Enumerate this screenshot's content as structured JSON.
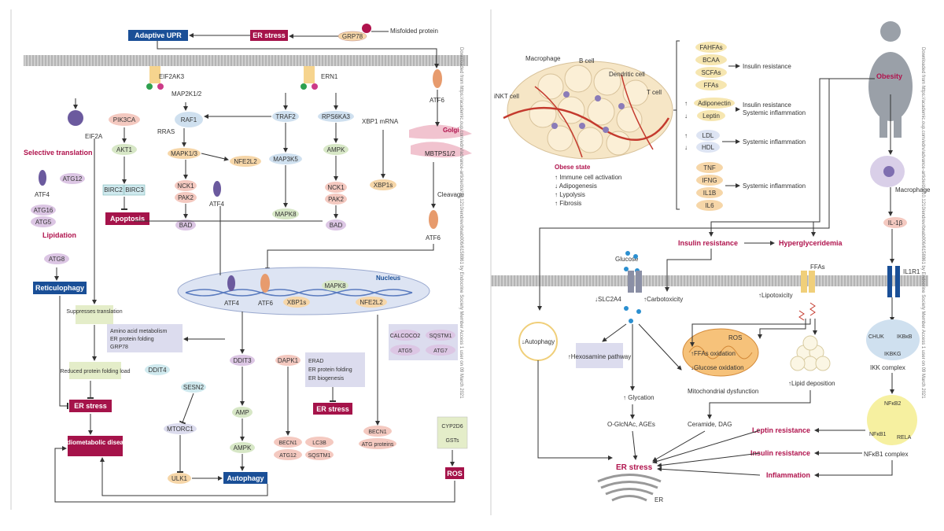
{
  "left": {
    "misfolded_protein": "Misfolded protein",
    "grp78": "GRP78",
    "er_stress": "ER stress",
    "adaptive_upr": "Adaptive UPR",
    "eif2ak3": "EIF2AK3",
    "ern1": "ERN1",
    "atf6": "ATF6",
    "map2k12": "MAP2K1/2",
    "rras": "RRAS",
    "raf1": "RAF1",
    "eif2a": "EIF2A",
    "pik3ca": "PIK3CA",
    "akt1": "AKT1",
    "birc2": "BIRC2",
    "birc3": "BIRC3",
    "apoptosis": "Apoptosis",
    "traf2": "TRAF2",
    "rps6ka3": "RPS6KA3",
    "xbp1_mrna": "XBP1 mRNA",
    "golgi": "Golgi",
    "mbtps12": "MBTPS1/2",
    "cleavage": "Cleavage",
    "selective_translation": "Selective translation",
    "atf4": "ATF4",
    "atf12": "ATG12",
    "atg16": "ATG16",
    "atg5": "ATG5",
    "lipidation": "Lipidation",
    "atg8": "ATG8",
    "reticulophagy": "Reticulophagy",
    "mapk13": "MAPK1/3",
    "nfe2l2": "NFE2L2",
    "nck1": "NCK1",
    "pak2": "PAK2",
    "bad": "BAD",
    "map3k5": "MAP3K5",
    "mapk8": "MAPK8",
    "ampk": "AMPK",
    "xbp1s": "XBP1s",
    "nucleus": "Nucleus",
    "suppresses_translation": "Suppresses translation",
    "bullets1": [
      "Amino acid metabolism",
      "ER protein folding",
      "GRP78"
    ],
    "reduced_protein": "Reduced protein folding load",
    "calcoco2": "CALCOCO2",
    "sqstm1": "SQSTM1",
    "atg7": "ATG7",
    "ddit4": "DDIT4",
    "ddit3": "DDIT3",
    "dapk1": "DAPK1",
    "bullets2": [
      "ERAD",
      "ER protein folding",
      "ER biogenesis"
    ],
    "sesn2": "SESN2",
    "amp": "AMP",
    "mtorc1": "MTORC1",
    "becn1": "BECN1",
    "lc3b": "LC3B",
    "atg12b": "ATG12",
    "atg_proteins": "ATG proteins",
    "cardiometabolic": "Cardiometabolic diseases",
    "ulk1": "ULK1",
    "autophagy": "Autophagy",
    "cyp2d6": "CYP2D6",
    "gsts": "GSTs",
    "ros": "ROS"
  },
  "right": {
    "macrophage": "Macrophage",
    "b_cell": "B cell",
    "dendritic_cell": "Dendritic cell",
    "inkt_cell": "iNKT cell",
    "t_cell": "T cell",
    "obese_state": "Obese state",
    "obese_items": [
      "↑ Immune cell activation",
      "↓ Adipogenesis",
      "↑ Lypolysis",
      "↑ Fibrosis"
    ],
    "lipids": [
      "FAHFAs",
      "BCAA",
      "SCFAs",
      "FFAs"
    ],
    "insulin_resistance_small": "Insulin resistance",
    "adiponectin": "Adiponectin",
    "leptin": "Leptin",
    "ir_systemic": [
      "Insulin resistance",
      "Systemic inflammation"
    ],
    "ldl": "LDL",
    "hdl": "HDL",
    "systemic_inflammation": "Systemic inflammation",
    "cytokines": [
      "TNF",
      "IFNG",
      "IL1B",
      "IL6"
    ],
    "obesity": "Obesity",
    "macrophage2": "Macrophage",
    "il1b": "IL-1β",
    "il1r1": "IL1R1",
    "insulin_resistance": "Insulin resistance",
    "hyperglyceridemia": "Hyperglyceridemia",
    "glucose": "Glucose",
    "ffas": "FFAs",
    "slc2a4": "↓SLC2A4",
    "carbotoxicity": "↑Carbotoxicity",
    "lipotoxicity": "↑Lipotoxicity",
    "autophagy_down": "↓Autophagy",
    "hexosamine": "↑Hexosamine pathway",
    "ros": "ROS",
    "ffa_oxidation": "↑FFAs oxidation",
    "glucose_oxidation": "↓Glucose oxidation",
    "mito_dysfunction": "Mitochondrial dysfunction",
    "lipid_deposition": "↑Lipid deposition",
    "glycation": "↑ Glycation",
    "oglcnac": "O-GlcNAc, AGEs",
    "ceramide": "Ceramide, DAG",
    "chuk": "CHUK",
    "ikbkb": "IKBκB",
    "ikbkg": "IKBKG",
    "ikk_complex": "IKK complex",
    "nfkb2": "NFκB2",
    "nfkb1": "NFκB1",
    "rela": "RELA",
    "nfkb1_complex": "NFκB1 complex",
    "leptin_resistance": "Leptin resistance",
    "insulin_resistance2": "Insulin resistance",
    "inflammation": "Inflammation",
    "er_stress": "ER stress",
    "er": "ER"
  },
  "watermarks": {
    "left": "Downloaded from https://academic.oup.com/edrv/advance-article/doi/10.1210/endrev/bnab006/6158861 by Endocrine Society Member Access 1 user on 09 March 2021",
    "right": "Downloaded from https://academic.oup.com/edrv/advance-article/doi/10.1210/endrev/bnab006/6158861 by Endocrine Society Member Access 1 user on 09 March 2021"
  },
  "colors": {
    "blue_box": "#1a4f97",
    "red_box": "#a5134a",
    "magenta": "#b0134d",
    "pink_oval": "#f4c9c0",
    "tan_oval": "#f6d6a8",
    "green_oval": "#d7e7c6",
    "blue_oval": "#cfe0ef",
    "purple_oval": "#dcc6e4",
    "lavender_box": "#dcdcee",
    "green_box": "#e4edc9"
  }
}
